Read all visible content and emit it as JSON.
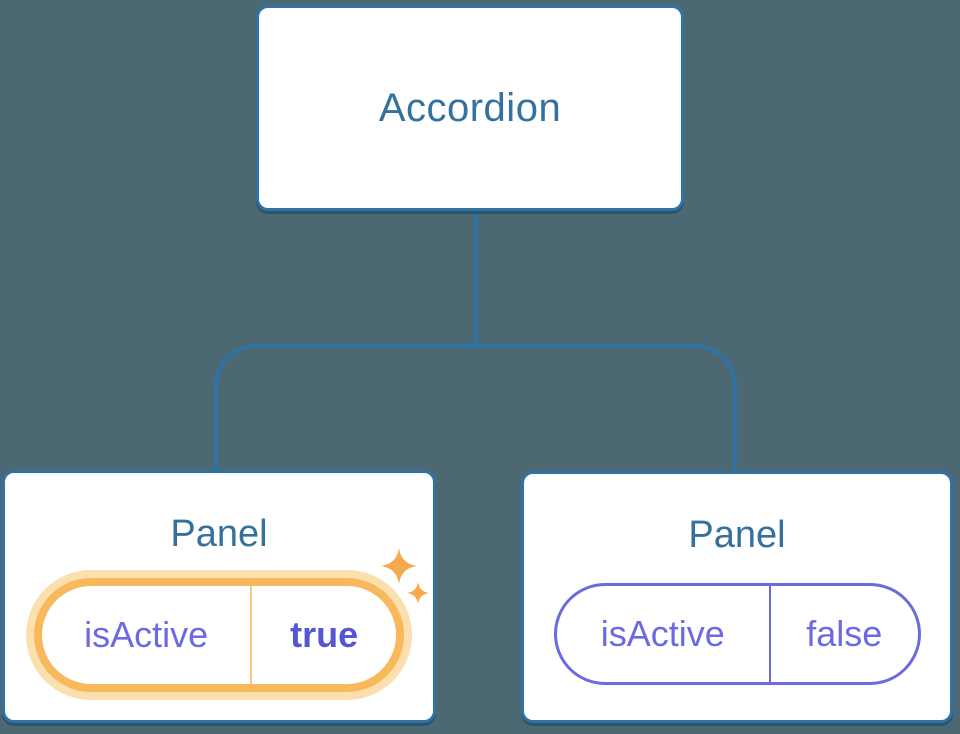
{
  "diagram": {
    "description": "Component tree: Accordion parent with two Panel children holding isActive state",
    "root": {
      "label": "Accordion"
    },
    "children": [
      {
        "label": "Panel",
        "state_name": "isActive",
        "state_value": "true",
        "highlighted": true
      },
      {
        "label": "Panel",
        "state_name": "isActive",
        "state_value": "false",
        "highlighted": false
      }
    ]
  },
  "colors": {
    "canvas-bg": "#4C6973",
    "node-border-blue": "#2F73A4",
    "node-text-blue": "#35719D",
    "purple": "#6B6BDF",
    "purple-bold": "#5656D3",
    "orange-border": "#F8B95D",
    "orange-glow": "#FCDFAE",
    "orange-divider": "#F9C77D",
    "sparkle-orange": "#F5A94B"
  }
}
